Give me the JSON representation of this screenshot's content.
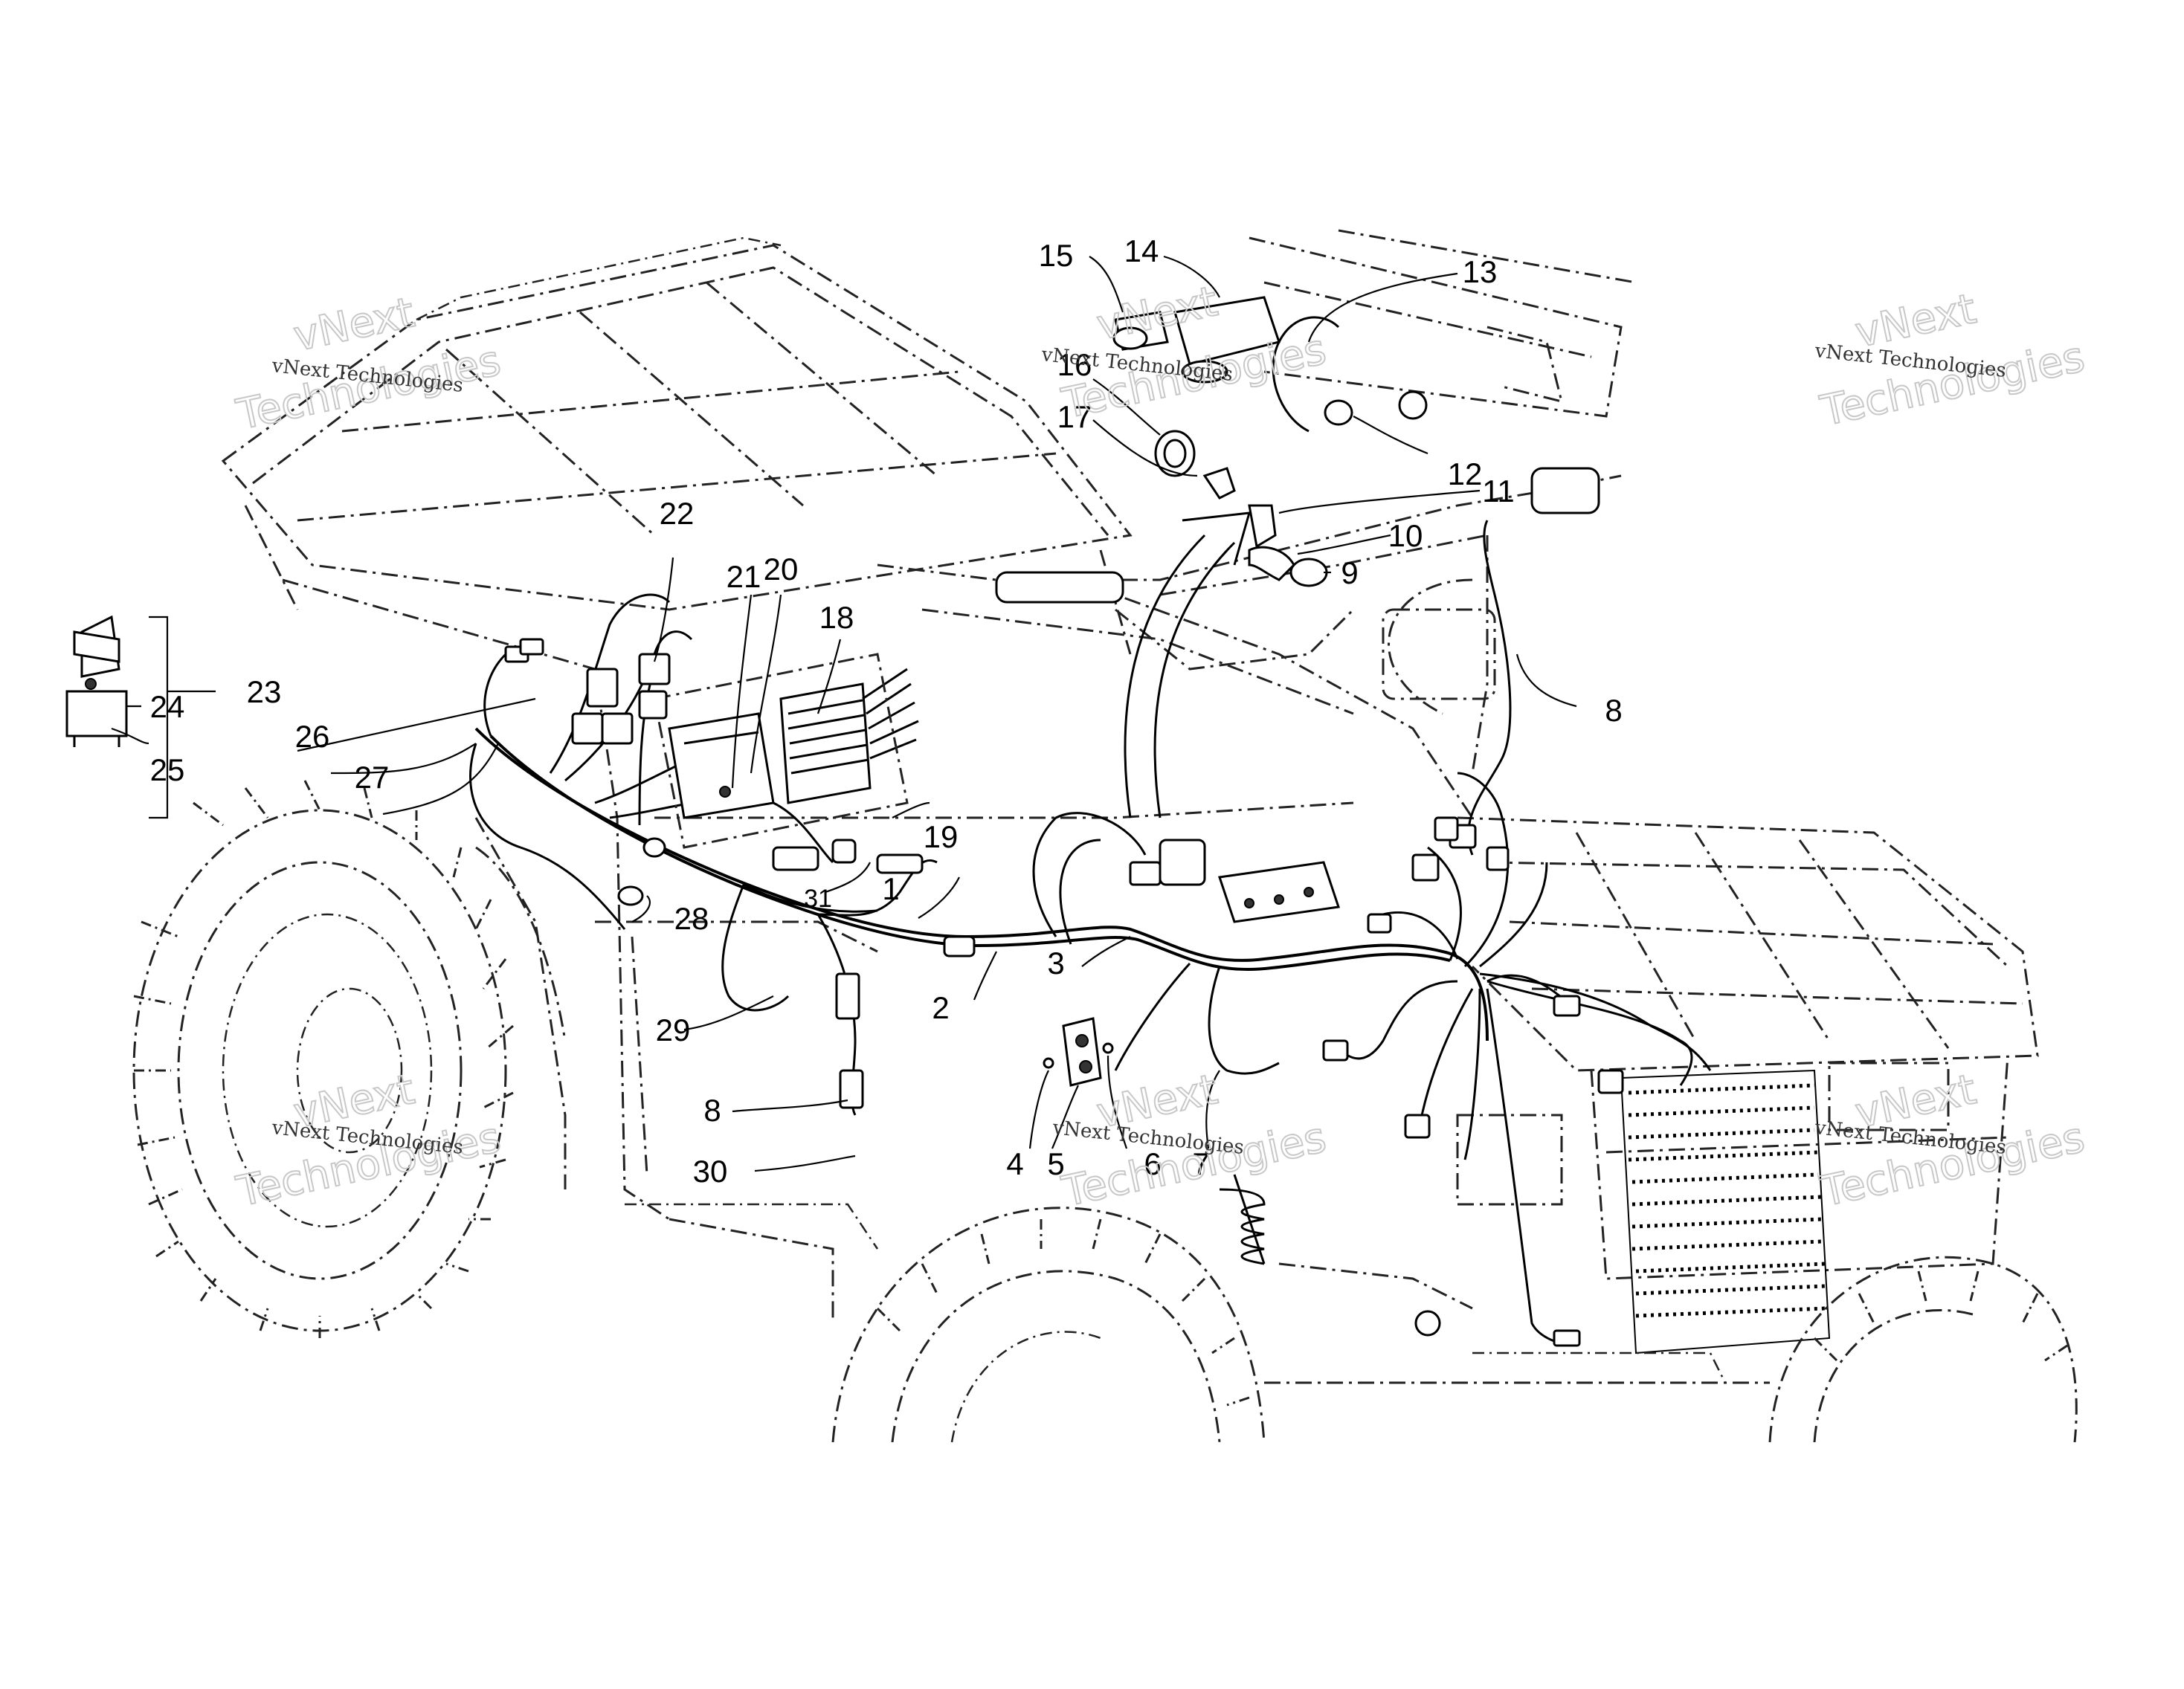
{
  "watermark": {
    "small_text": "vNext Technologies",
    "big_line1": "vNext",
    "big_line2": "Technologies"
  },
  "callouts": [
    "1",
    "2",
    "3",
    "4",
    "5",
    "6",
    "7",
    "8",
    "8",
    "9",
    "10",
    "11",
    "12",
    "13",
    "14",
    "15",
    "16",
    "17",
    "18",
    "19",
    "20",
    "21",
    "22",
    "23",
    "24",
    "25",
    "26",
    "27",
    "28",
    "29",
    "30",
    "31"
  ]
}
